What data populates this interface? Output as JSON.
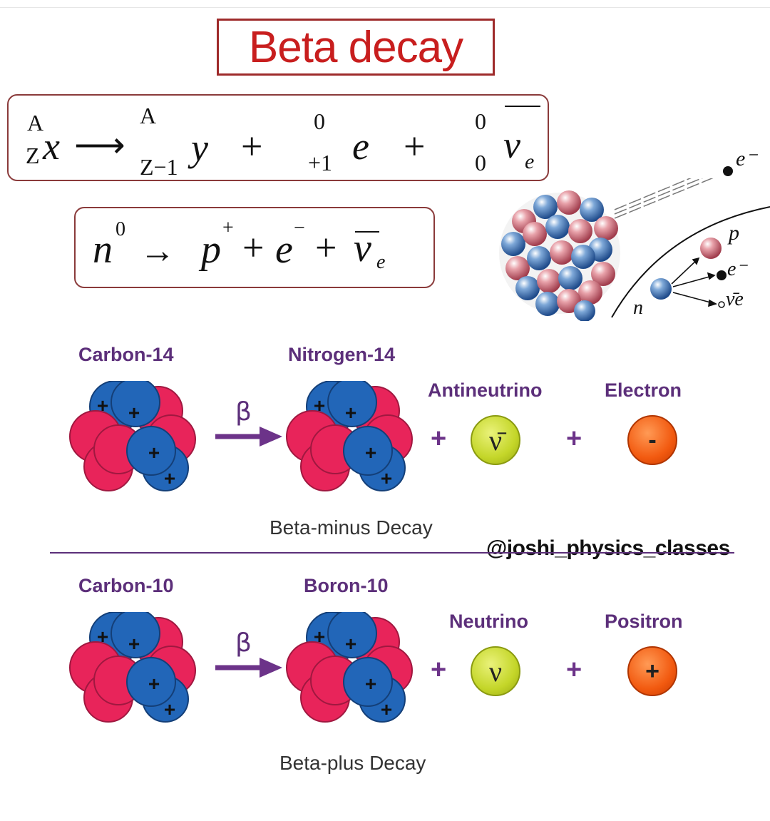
{
  "title": "Beta decay",
  "equation_general": {
    "x_mass": "A",
    "x_atomic": "Z",
    "x_symbol": "x",
    "arrow": "⟶",
    "y_mass": "A",
    "y_atomic": "Z−1",
    "y_symbol": "y",
    "plus1": "+",
    "e_mass": "0",
    "e_atomic": "+1",
    "e_symbol": "e",
    "plus2": "+",
    "nu_mass": "0",
    "nu_atomic": "0",
    "nu_symbol": "v",
    "nu_sub": "e"
  },
  "equation_neutron": {
    "n": "n",
    "n_sup": "0",
    "arrow": "→",
    "p": "p",
    "p_sup": "+",
    "plus1": "+",
    "e": "e",
    "e_sup": "−",
    "plus2": "+",
    "nu": "v",
    "nu_sub": "e"
  },
  "nucleus_diagram": {
    "electron_label": "e⁻",
    "proton_label": "p",
    "electron_label2": "e⁻",
    "antineutrino_label": "ν̄e",
    "neutron_label": "n"
  },
  "beta_minus": {
    "parent": "Carbon-14",
    "daughter": "Nitrogen-14",
    "arrow_label": "β",
    "particle1_name": "Antineutrino",
    "particle1_symbol": "ν̄",
    "particle2_name": "Electron",
    "particle2_symbol": "-",
    "plus": "+",
    "caption": "Beta-minus Decay"
  },
  "beta_plus": {
    "parent": "Carbon-10",
    "daughter": "Boron-10",
    "arrow_label": "β",
    "particle1_name": "Neutrino",
    "particle1_symbol": "ν",
    "particle2_name": "Positron",
    "particle2_symbol": "+",
    "plus": "+",
    "caption": "Beta-plus Decay"
  },
  "watermark": "@joshi_physics_classes",
  "colors": {
    "title": "#c81e1e",
    "label": "#5c2f7a",
    "proton": "#e8245a",
    "neutron": "#2266b8",
    "neutrino": "#c4d629",
    "electron": "#f25a10"
  }
}
